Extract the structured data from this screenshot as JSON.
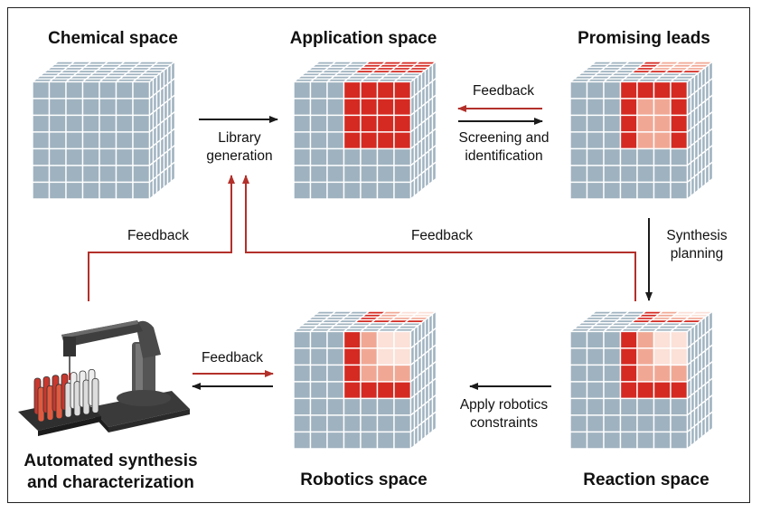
{
  "spaces": {
    "chemical": "Chemical space",
    "application": "Application space",
    "leads": "Promising leads",
    "robotics": "Robotics space",
    "reaction": "Reaction space",
    "automated_line1": "Automated synthesis",
    "automated_line2": "and characterization"
  },
  "labels": {
    "library_line1": "Library",
    "library_line2": "generation",
    "feedback_top": "Feedback",
    "screening_line1": "Screening and",
    "screening_line2": "identification",
    "synthesis_line1": "Synthesis",
    "synthesis_line2": "planning",
    "feedback_left": "Feedback",
    "feedback_mid": "Feedback",
    "feedback_robot": "Feedback",
    "apply_line1": "Apply robotics",
    "apply_line2": "constraints"
  },
  "colors": {
    "grid": "#9fb2bf",
    "grid_line": "#ffffff",
    "red": "#d42a22",
    "pink": "#f0a895",
    "pale": "#fbe1d8",
    "arrow_dark": "#1b1b1b",
    "arrow_red": "#b3302a"
  }
}
